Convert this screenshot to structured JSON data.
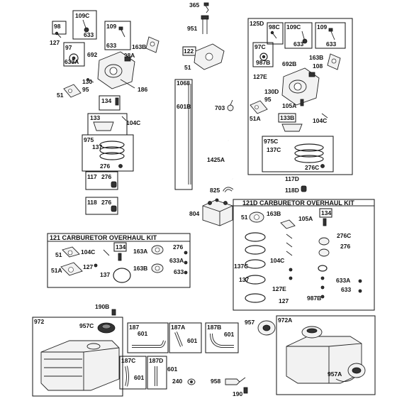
{
  "callouts": {
    "c365": "365",
    "c951": "951",
    "c98": "98",
    "c109c_l": "109C",
    "c109_l": "109",
    "c633_a": "633",
    "c633_b": "633",
    "c127_a": "127",
    "c692": "692",
    "c97": "97",
    "c633a_a": "633A",
    "c163b_a": "163B",
    "c108a": "108A",
    "c130": "130",
    "c95_a": "95",
    "c51_a": "51",
    "c186": "186",
    "c134_a": "134",
    "c133": "133",
    "c104c_a": "104C",
    "c975": "975",
    "c137_a": "137",
    "c276_a": "276",
    "c117": "117",
    "c276_b": "276",
    "c118": "118",
    "c276_c": "276",
    "c122": "122",
    "c51_b": "51",
    "c1068": "1068",
    "c601b": "601B",
    "c703": "703",
    "c1425a": "1425A",
    "c825": "825",
    "c804": "804",
    "c125d": "125D",
    "c98c": "98C",
    "c109c_r": "109C",
    "c109_r": "109",
    "c633_c": "633",
    "c633_d": "633",
    "c97c": "97C",
    "c987b_a": "987B",
    "c692b": "692B",
    "c163b_b": "163B",
    "c108": "108",
    "c127e_a": "127E",
    "c130d": "130D",
    "c95_b": "95",
    "c105a_a": "105A",
    "c51a_a": "51A",
    "c133b": "133B",
    "c104c_b": "104C",
    "c975c": "975C",
    "c137c_a": "137C",
    "c276c_a": "276C",
    "c117d": "117D",
    "c118d": "118D",
    "c51_c": "51",
    "c104c_c": "104C",
    "c134_b": "134",
    "c163a_a": "163A",
    "c276_d": "276",
    "c51a_b": "51A",
    "c127_b": "127",
    "c633a_b": "633A",
    "c163b_c": "163B",
    "c137_b": "137",
    "c633_e": "633",
    "c51_d": "51",
    "c163b_d": "163B",
    "c105a_b": "105A",
    "c134_c": "134",
    "c276c_b": "276C",
    "c276_e": "276",
    "c137c_b": "137C",
    "c104c_d": "104C",
    "c137_c": "137",
    "c633a_c": "633A",
    "c633_f": "633",
    "c127e_b": "127E",
    "c987b_b": "987B",
    "c127_c": "127",
    "c190b": "190B",
    "c972": "972",
    "c957c": "957C",
    "c187": "187",
    "c601_a": "601",
    "c187a": "187A",
    "c601_b": "601",
    "c187b": "187B",
    "c601_c": "601",
    "c957": "957",
    "c972a": "972A",
    "c187c": "187C",
    "c601_d": "601",
    "c187d": "187D",
    "c601_e": "601",
    "c240": "240",
    "c958": "958",
    "c190": "190",
    "c957a": "957A"
  },
  "kits": {
    "kit121_title": "121 CARBURETOR OVERHAUL KIT",
    "kit121d_title": "121D CARBURETOR OVERHAUL KIT"
  },
  "icons": [
    "screw-icon",
    "carburetor-icon",
    "gasket-icon",
    "float-icon",
    "o-ring-icon",
    "fuel-tank-icon",
    "fuel-cap-icon",
    "fuel-line-icon",
    "solenoid-icon",
    "spring-icon"
  ]
}
